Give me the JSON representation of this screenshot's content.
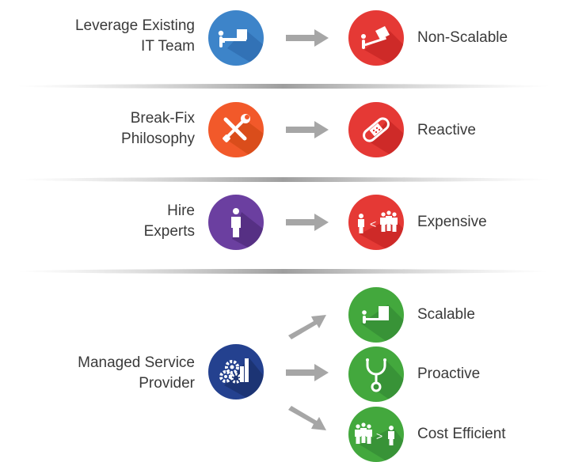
{
  "colors": {
    "blue": "#3d84c9",
    "red": "#e53935",
    "orange": "#f2592a",
    "purple": "#6b3fa0",
    "green": "#43a83d",
    "navy": "#24418f",
    "arrow": "#a6a6a6"
  },
  "rows": [
    {
      "left_line1": "Leverage Existing",
      "left_line2": "IT Team",
      "left_icon": "person-pushing-box-icon",
      "right_icon": "person-crushed-by-box-icon",
      "right_label": "Non-Scalable"
    },
    {
      "left_line1": "Break-Fix",
      "left_line2": "Philosophy",
      "left_icon": "wrench-screwdriver-icon",
      "right_icon": "bandage-icon",
      "right_label": "Reactive"
    },
    {
      "left_line1": "Hire",
      "left_line2": "Experts",
      "left_icon": "person-icon",
      "right_icon": "person-less-than-group-icon",
      "right_label": "Expensive"
    }
  ],
  "msp": {
    "left_line1": "Managed Service",
    "left_line2": "Provider",
    "left_icon": "gears-chart-icon",
    "outcomes": [
      {
        "label": "Scalable",
        "icon": "person-lifting-box-icon"
      },
      {
        "label": "Proactive",
        "icon": "stethoscope-icon"
      },
      {
        "label": "Cost Efficient",
        "icon": "group-greater-than-person-icon"
      }
    ]
  }
}
